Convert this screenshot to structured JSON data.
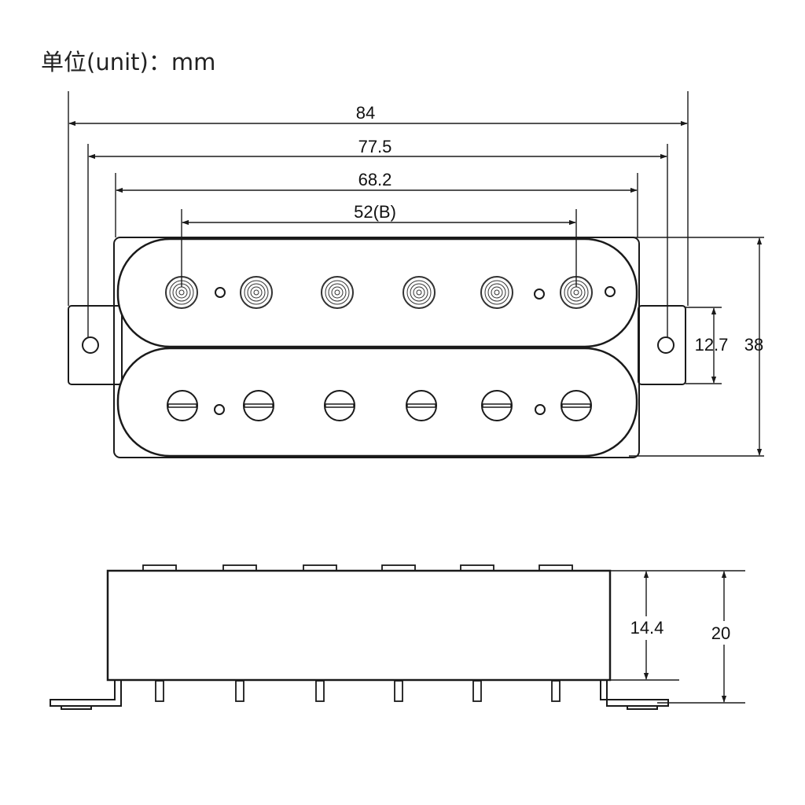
{
  "unit_label": "单位(unit)：mm",
  "top_view": {
    "dimensions": {
      "overall_width": "84",
      "mounting_hole_spacing": "77.5",
      "cover_width": "68.2",
      "pole_spacing": "52(B)",
      "tab_height": "12.7",
      "overall_height": "38"
    },
    "pole_count_per_coil": 6
  },
  "side_view": {
    "dimensions": {
      "body_height": "14.4",
      "total_height": "20"
    }
  }
}
